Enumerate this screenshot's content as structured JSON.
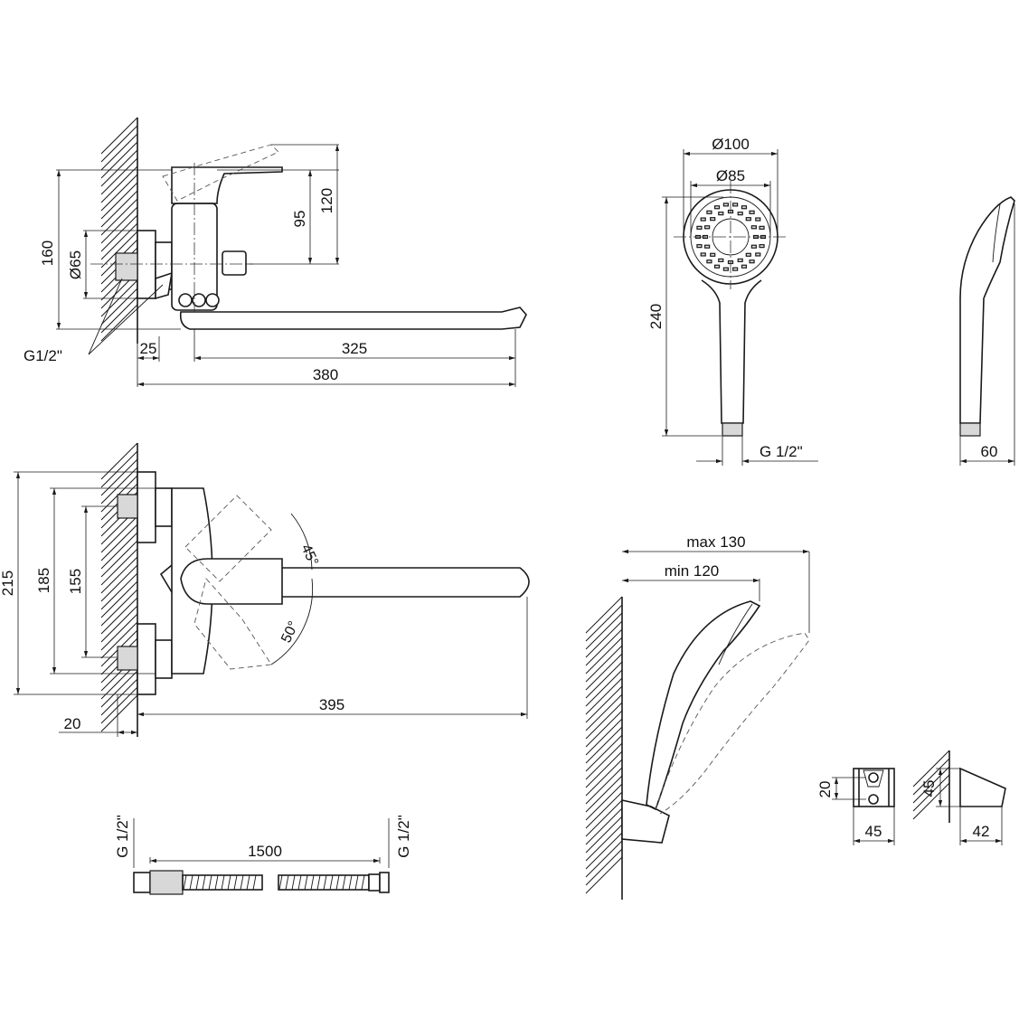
{
  "faucet_side": {
    "dim_height_160": "160",
    "dim_diameter_65": "Ø65",
    "dim_height_95": "95",
    "dim_height_120": "120",
    "dim_offset_25": "25",
    "dim_spout_325": "325",
    "dim_total_380": "380",
    "thread_label": "G1/2\""
  },
  "faucet_top": {
    "dim_215": "215",
    "dim_185": "185",
    "dim_155": "155",
    "dim_20": "20",
    "dim_395": "395",
    "angle_45": "45°",
    "angle_50": "50°"
  },
  "hand_shower": {
    "dim_d100": "Ø100",
    "dim_d85": "Ø85",
    "dim_240": "240",
    "thread_label": "G 1/2\"",
    "dim_depth_60": "60"
  },
  "holder_install": {
    "dim_max": "max 130",
    "dim_min": "min 120"
  },
  "holder_bracket": {
    "dim_20": "20",
    "dim_45_w": "45",
    "dim_45_h": "45",
    "dim_42": "42"
  },
  "hose": {
    "dim_length": "1500",
    "thread_left": "G 1/2\"",
    "thread_right": "G 1/2\""
  }
}
